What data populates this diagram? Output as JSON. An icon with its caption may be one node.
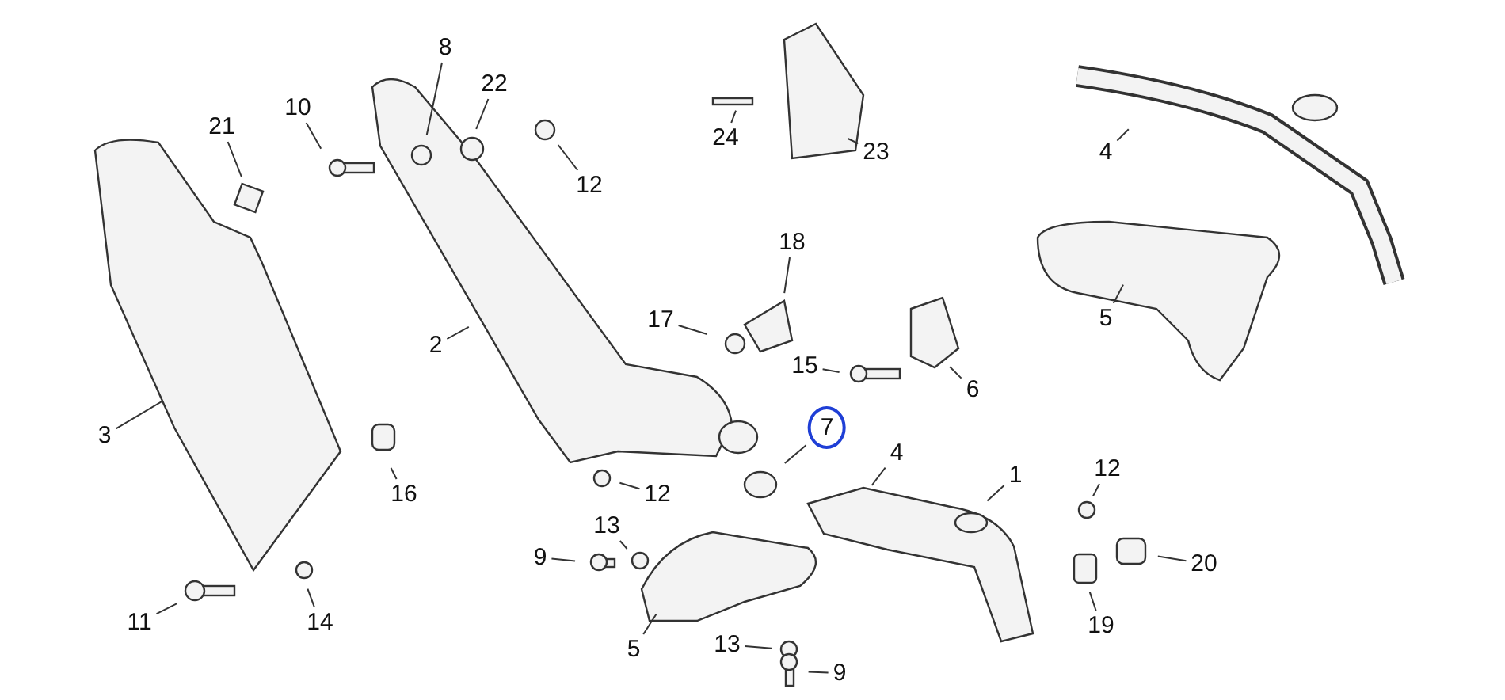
{
  "diagram": {
    "nodes": [
      {
        "text": [
          "8"
        ]
      },
      {
        "text": [
          "22"
        ]
      },
      {
        "text": [
          "21"
        ]
      },
      {
        "text": [
          "10"
        ]
      },
      {
        "text": [
          "12"
        ]
      },
      {
        "text": [
          "24"
        ]
      },
      {
        "text": [
          "23"
        ]
      },
      {
        "text": [
          "4"
        ]
      },
      {
        "text": [
          "18"
        ]
      },
      {
        "text": [
          "17"
        ]
      },
      {
        "text": [
          "2"
        ]
      },
      {
        "text": [
          "5"
        ]
      },
      {
        "text": [
          "15"
        ]
      },
      {
        "text": [
          "6"
        ]
      },
      {
        "text": [
          "3"
        ]
      },
      {
        "text": [
          "7"
        ]
      },
      {
        "text": [
          "16"
        ]
      },
      {
        "text": [
          "12"
        ]
      },
      {
        "text": [
          "4"
        ]
      },
      {
        "text": [
          "1"
        ]
      },
      {
        "text": [
          "12"
        ]
      },
      {
        "text": [
          "13"
        ]
      },
      {
        "text": [
          "9"
        ]
      },
      {
        "text": [
          "20"
        ]
      },
      {
        "text": [
          "11"
        ]
      },
      {
        "text": [
          "14"
        ]
      },
      {
        "text": [
          "5"
        ]
      },
      {
        "text": [
          "19"
        ]
      },
      {
        "text": [
          "13"
        ]
      },
      {
        "text": [
          "9"
        ]
      }
    ],
    "edges": [
      {
        "from": 0,
        "to": null,
        "arrow": "none"
      },
      {
        "from": 1,
        "to": null,
        "arrow": "none"
      },
      {
        "from": 2,
        "to": null,
        "arrow": "none"
      },
      {
        "from": 3,
        "to": null,
        "arrow": "none"
      },
      {
        "from": 4,
        "to": null,
        "arrow": "none"
      },
      {
        "from": 5,
        "to": null,
        "arrow": "none"
      },
      {
        "from": 6,
        "to": null,
        "arrow": "none"
      },
      {
        "from": 7,
        "to": null,
        "arrow": "none"
      },
      {
        "from": 8,
        "to": null,
        "arrow": "none"
      },
      {
        "from": 9,
        "to": null,
        "arrow": "none"
      },
      {
        "from": 10,
        "to": null,
        "arrow": "none"
      },
      {
        "from": 11,
        "to": null,
        "arrow": "none"
      },
      {
        "from": 12,
        "to": null,
        "arrow": "none"
      },
      {
        "from": 13,
        "to": null,
        "arrow": "none"
      },
      {
        "from": 14,
        "to": null,
        "arrow": "none"
      },
      {
        "from": 15,
        "to": null,
        "arrow": "none"
      },
      {
        "from": 16,
        "to": null,
        "arrow": "none"
      },
      {
        "from": 17,
        "to": null,
        "arrow": "none"
      },
      {
        "from": 18,
        "to": null,
        "arrow": "none"
      },
      {
        "from": 19,
        "to": null,
        "arrow": "none"
      },
      {
        "from": 20,
        "to": null,
        "arrow": "none"
      },
      {
        "from": 21,
        "to": null,
        "arrow": "none"
      },
      {
        "from": 22,
        "to": null,
        "arrow": "none"
      },
      {
        "from": 23,
        "to": null,
        "arrow": "none"
      },
      {
        "from": 24,
        "to": null,
        "arrow": "none"
      },
      {
        "from": 25,
        "to": null,
        "arrow": "none"
      },
      {
        "from": 26,
        "to": null,
        "arrow": "none"
      },
      {
        "from": 27,
        "to": null,
        "arrow": "none"
      },
      {
        "from": 28,
        "to": null,
        "arrow": "none"
      },
      {
        "from": 29,
        "to": null,
        "arrow": "none"
      }
    ]
  }
}
